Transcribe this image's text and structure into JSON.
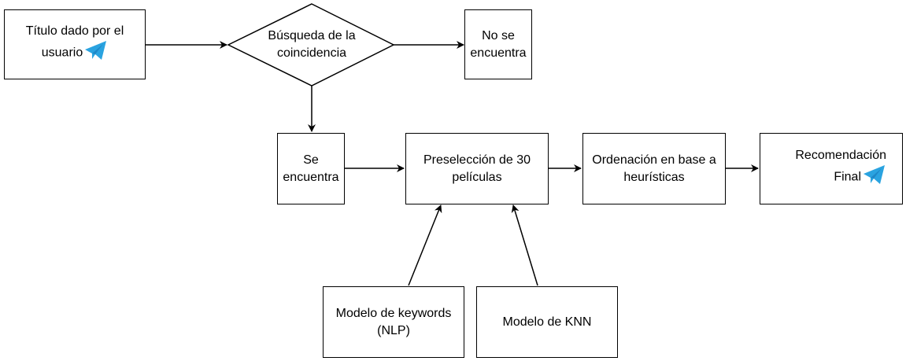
{
  "nodes": {
    "user_title": "Título dado por el usuario",
    "search": "Búsqueda de la coincidencia",
    "not_found": "No se encuentra",
    "found": "Se encuentra",
    "preselection": "Preselección de 30 películas",
    "ordering": "Ordenación en base a heurísticas",
    "final": "Recomendación Final",
    "keywords_model": "Modelo de keywords (NLP)",
    "knn_model": "Modelo de KNN"
  },
  "icons": {
    "user_title_icon": "telegram-icon",
    "final_icon": "telegram-icon"
  },
  "colors": {
    "icon_accent": "#2AA3E0"
  }
}
